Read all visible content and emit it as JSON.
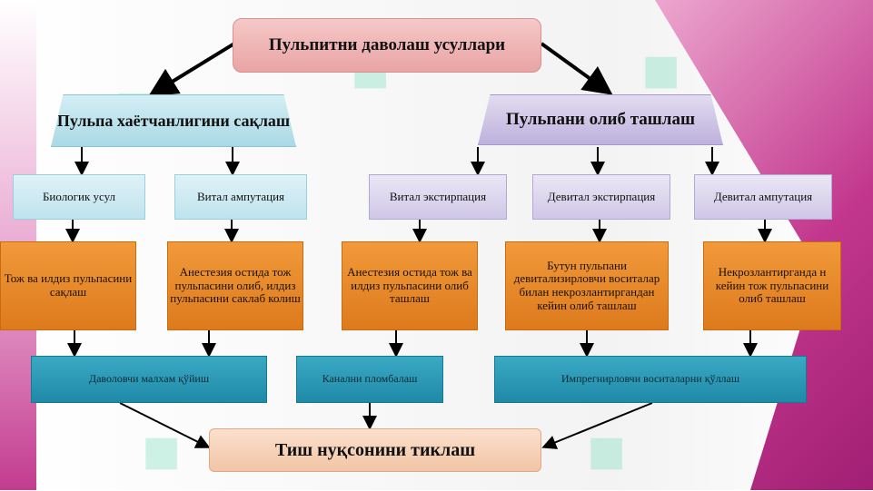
{
  "diagram": {
    "title": "Пульпитни даволаш усуллари",
    "branches": {
      "left": "Пульпа хаётчанлигини сақлаш",
      "right": "Пульпани олиб ташлаш"
    },
    "methods": [
      "Биологик усул",
      "Витал ампутация",
      "Витал экстирпация",
      "Девитал экстирпация",
      "Девитал ампутация"
    ],
    "descriptions": [
      "Тож ва илдиз пульпасини сақлаш",
      "Анестезия остида тож пульпасини олиб, илдиз пульпасини саклаб колиш",
      "Анестезия остида тож ва илдиз пульпасини олиб ташлаш",
      "Бутун пульпани девитализирловчи воситалар билан некрозлантиргандан кейин олиб ташлаш",
      "Некрозлантирганда н кейин тож пульпасини олиб ташлаш"
    ],
    "treatments": [
      "Даволовчи малхам қўйиш",
      "Канални пломбалаш",
      "Импрегнирловчи воситаларни қўллаш"
    ],
    "final": "Тиш нуқсонини тиклаш"
  },
  "colors": {
    "title_fill": "#f2b8b8",
    "left_branch_fill": "#bfe3ed",
    "right_branch_fill": "#cfc7e6",
    "description_fill": "#e8892b",
    "treatment_fill": "#2b9ab8",
    "final_fill": "#f6d2b8",
    "arrow": "#000000"
  }
}
